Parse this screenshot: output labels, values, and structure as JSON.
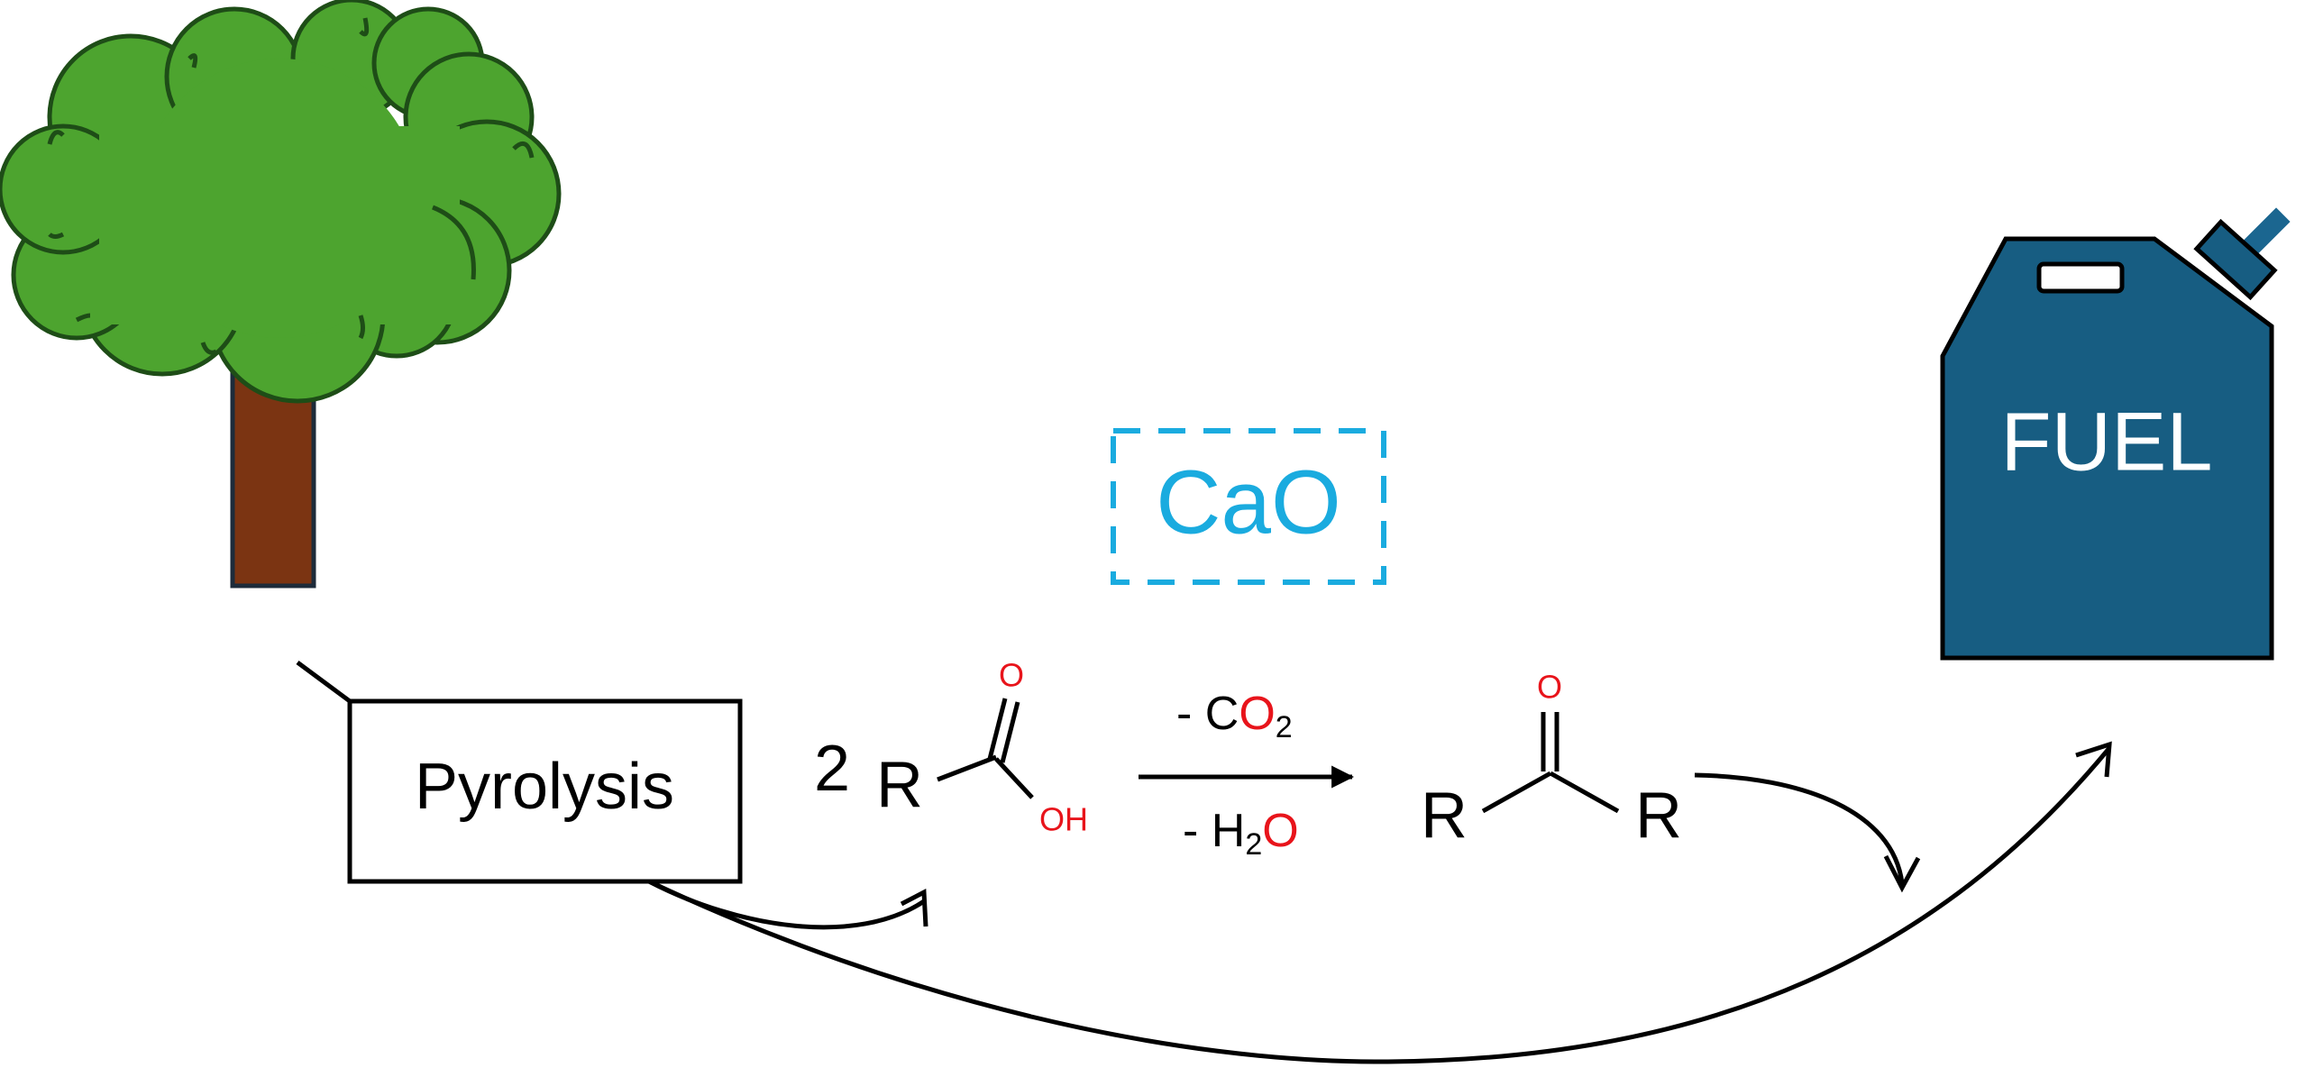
{
  "process": {
    "label": "Pyrolysis"
  },
  "catalyst": {
    "label": "CaO",
    "color": "#1aabdf"
  },
  "reactant": {
    "coefficient": "2",
    "r_group": "R",
    "carbonyl_o": "O",
    "hydroxyl": "OH"
  },
  "reaction_conditions": {
    "loss1_prefix": "- C",
    "loss1_o": "O",
    "loss1_sub": "2",
    "loss2_prefix": "- H",
    "loss2_sub": "2",
    "loss2_o": "O"
  },
  "product": {
    "r_left": "R",
    "r_right": "R",
    "carbonyl_o": "O"
  },
  "fuel_can": {
    "label": "FUEL",
    "color": "#175d82",
    "spout_color": "#1b6690"
  },
  "colors": {
    "oxygen": "#e8141b",
    "tree_canopy": "#4da42f",
    "tree_outline": "#1e4d17",
    "tree_trunk": "#7b3412",
    "trunk_outline": "#1d2b3a",
    "ink": "#000000"
  },
  "icons": [
    "tree-icon",
    "fuel-can-icon"
  ]
}
